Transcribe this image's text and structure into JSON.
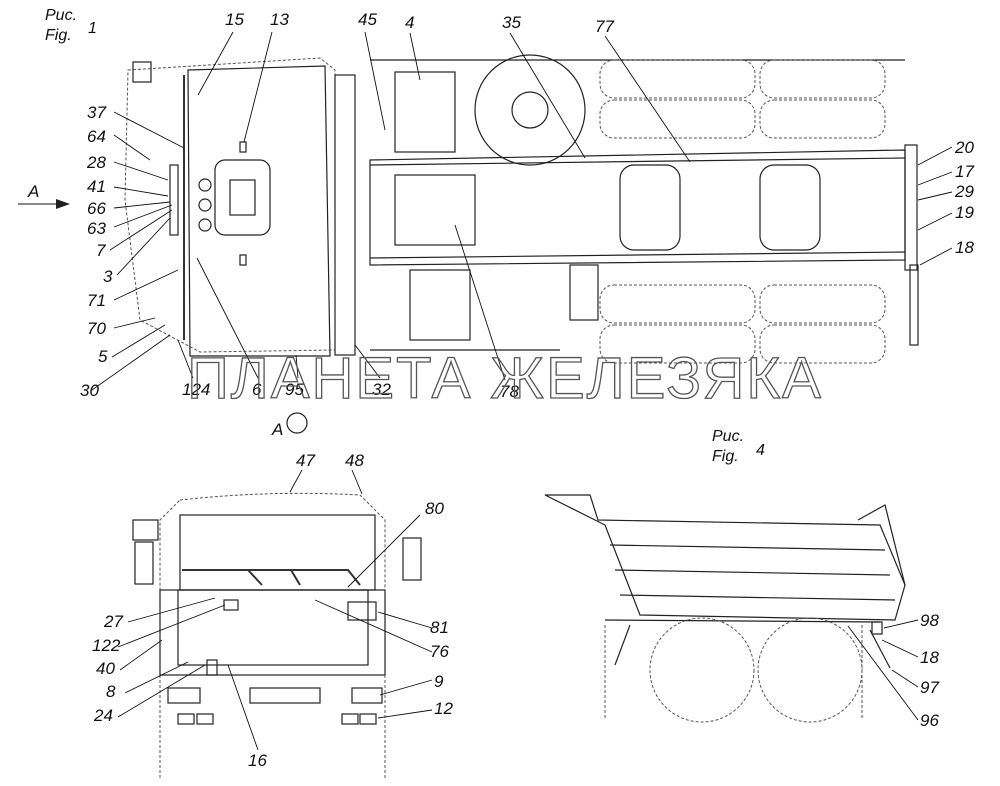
{
  "figure1": {
    "caption_ru": "Рис.",
    "caption_en": "Fig.",
    "number": "1",
    "view_arrow_label": "A",
    "view_circle_label": "A",
    "callouts": [
      "15",
      "13",
      "45",
      "4",
      "35",
      "77",
      "37",
      "64",
      "28",
      "41",
      "66",
      "63",
      "7",
      "3",
      "71",
      "70",
      "5",
      "30",
      "124",
      "6",
      "95",
      "32",
      "78",
      "20",
      "17",
      "29",
      "19",
      "18"
    ]
  },
  "figure_front": {
    "callouts": [
      "47",
      "48",
      "80",
      "27",
      "122",
      "40",
      "8",
      "24",
      "81",
      "76",
      "9",
      "12",
      "16"
    ]
  },
  "figure4": {
    "caption_ru": "Рис.",
    "caption_en": "Fig.",
    "number": "4",
    "callouts": [
      "98",
      "18",
      "97",
      "96"
    ]
  },
  "watermark": "ПЛАНЕТА ЖЕЛЕЗЯКА"
}
